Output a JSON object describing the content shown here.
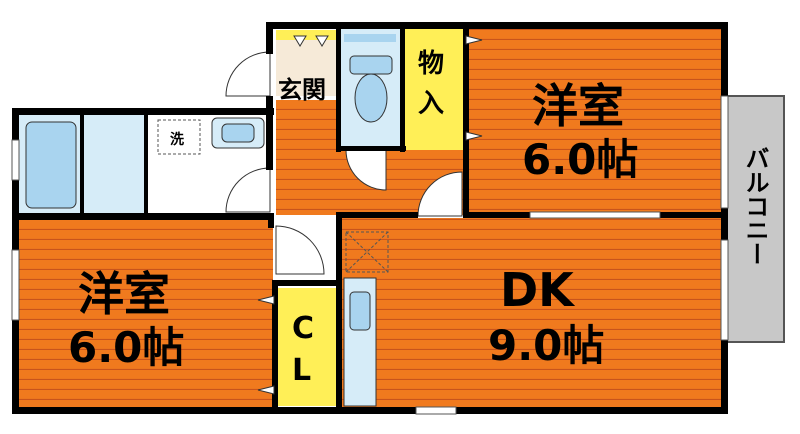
{
  "rooms": {
    "western_room_top": {
      "name": "洋室",
      "size": "6.0帖"
    },
    "western_room_left": {
      "name": "洋室",
      "size": "6.0帖"
    },
    "dk": {
      "name": "DK",
      "size": "9.0帖"
    },
    "storage": {
      "label": "物入"
    },
    "entrance": {
      "label": "玄関"
    },
    "closet": {
      "label_c": "C",
      "label_l": "L"
    },
    "laundry": {
      "label": "洗"
    },
    "balcony": {
      "label": "バルコニー"
    }
  },
  "colors": {
    "room_fill": "#f07a1e",
    "room_stripe": "#d2561a",
    "wall": "#000000",
    "wet_area": "#d6ecf8",
    "fixture": "#a9d4ef",
    "storage_fill": "#ffef57",
    "floor_light": "#ffffff",
    "balcony_fill": "#c8c8c8"
  }
}
